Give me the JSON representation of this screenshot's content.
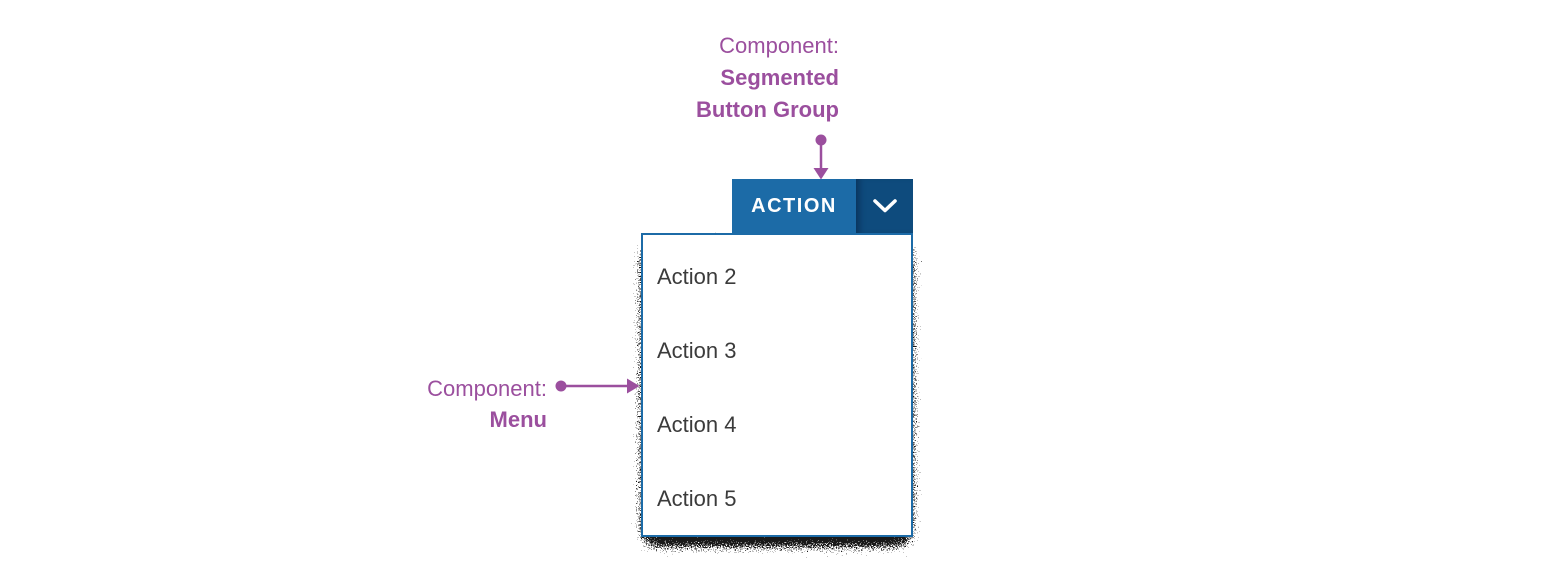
{
  "annotations": {
    "segmented_button_group": {
      "prefix": "Component:",
      "name_line1": "Segmented",
      "name_line2": "Button Group"
    },
    "menu": {
      "prefix": "Component:",
      "name": "Menu"
    }
  },
  "button_group": {
    "action_label": "ACTION",
    "dropdown_icon": "chevron-down-icon"
  },
  "menu": {
    "items": [
      "Action 2",
      "Action 3",
      "Action 4",
      "Action 5"
    ]
  },
  "colors": {
    "annotation_purple": "#9B4F9E",
    "button_primary_blue": "#1C6BA7",
    "button_dropdown_blue": "#0E4B7D",
    "menu_border_blue": "#1C6BA7",
    "menu_text_gray": "#3B3B3B",
    "menu_background": "#FFFFFF",
    "shadow_black": "#000000"
  }
}
